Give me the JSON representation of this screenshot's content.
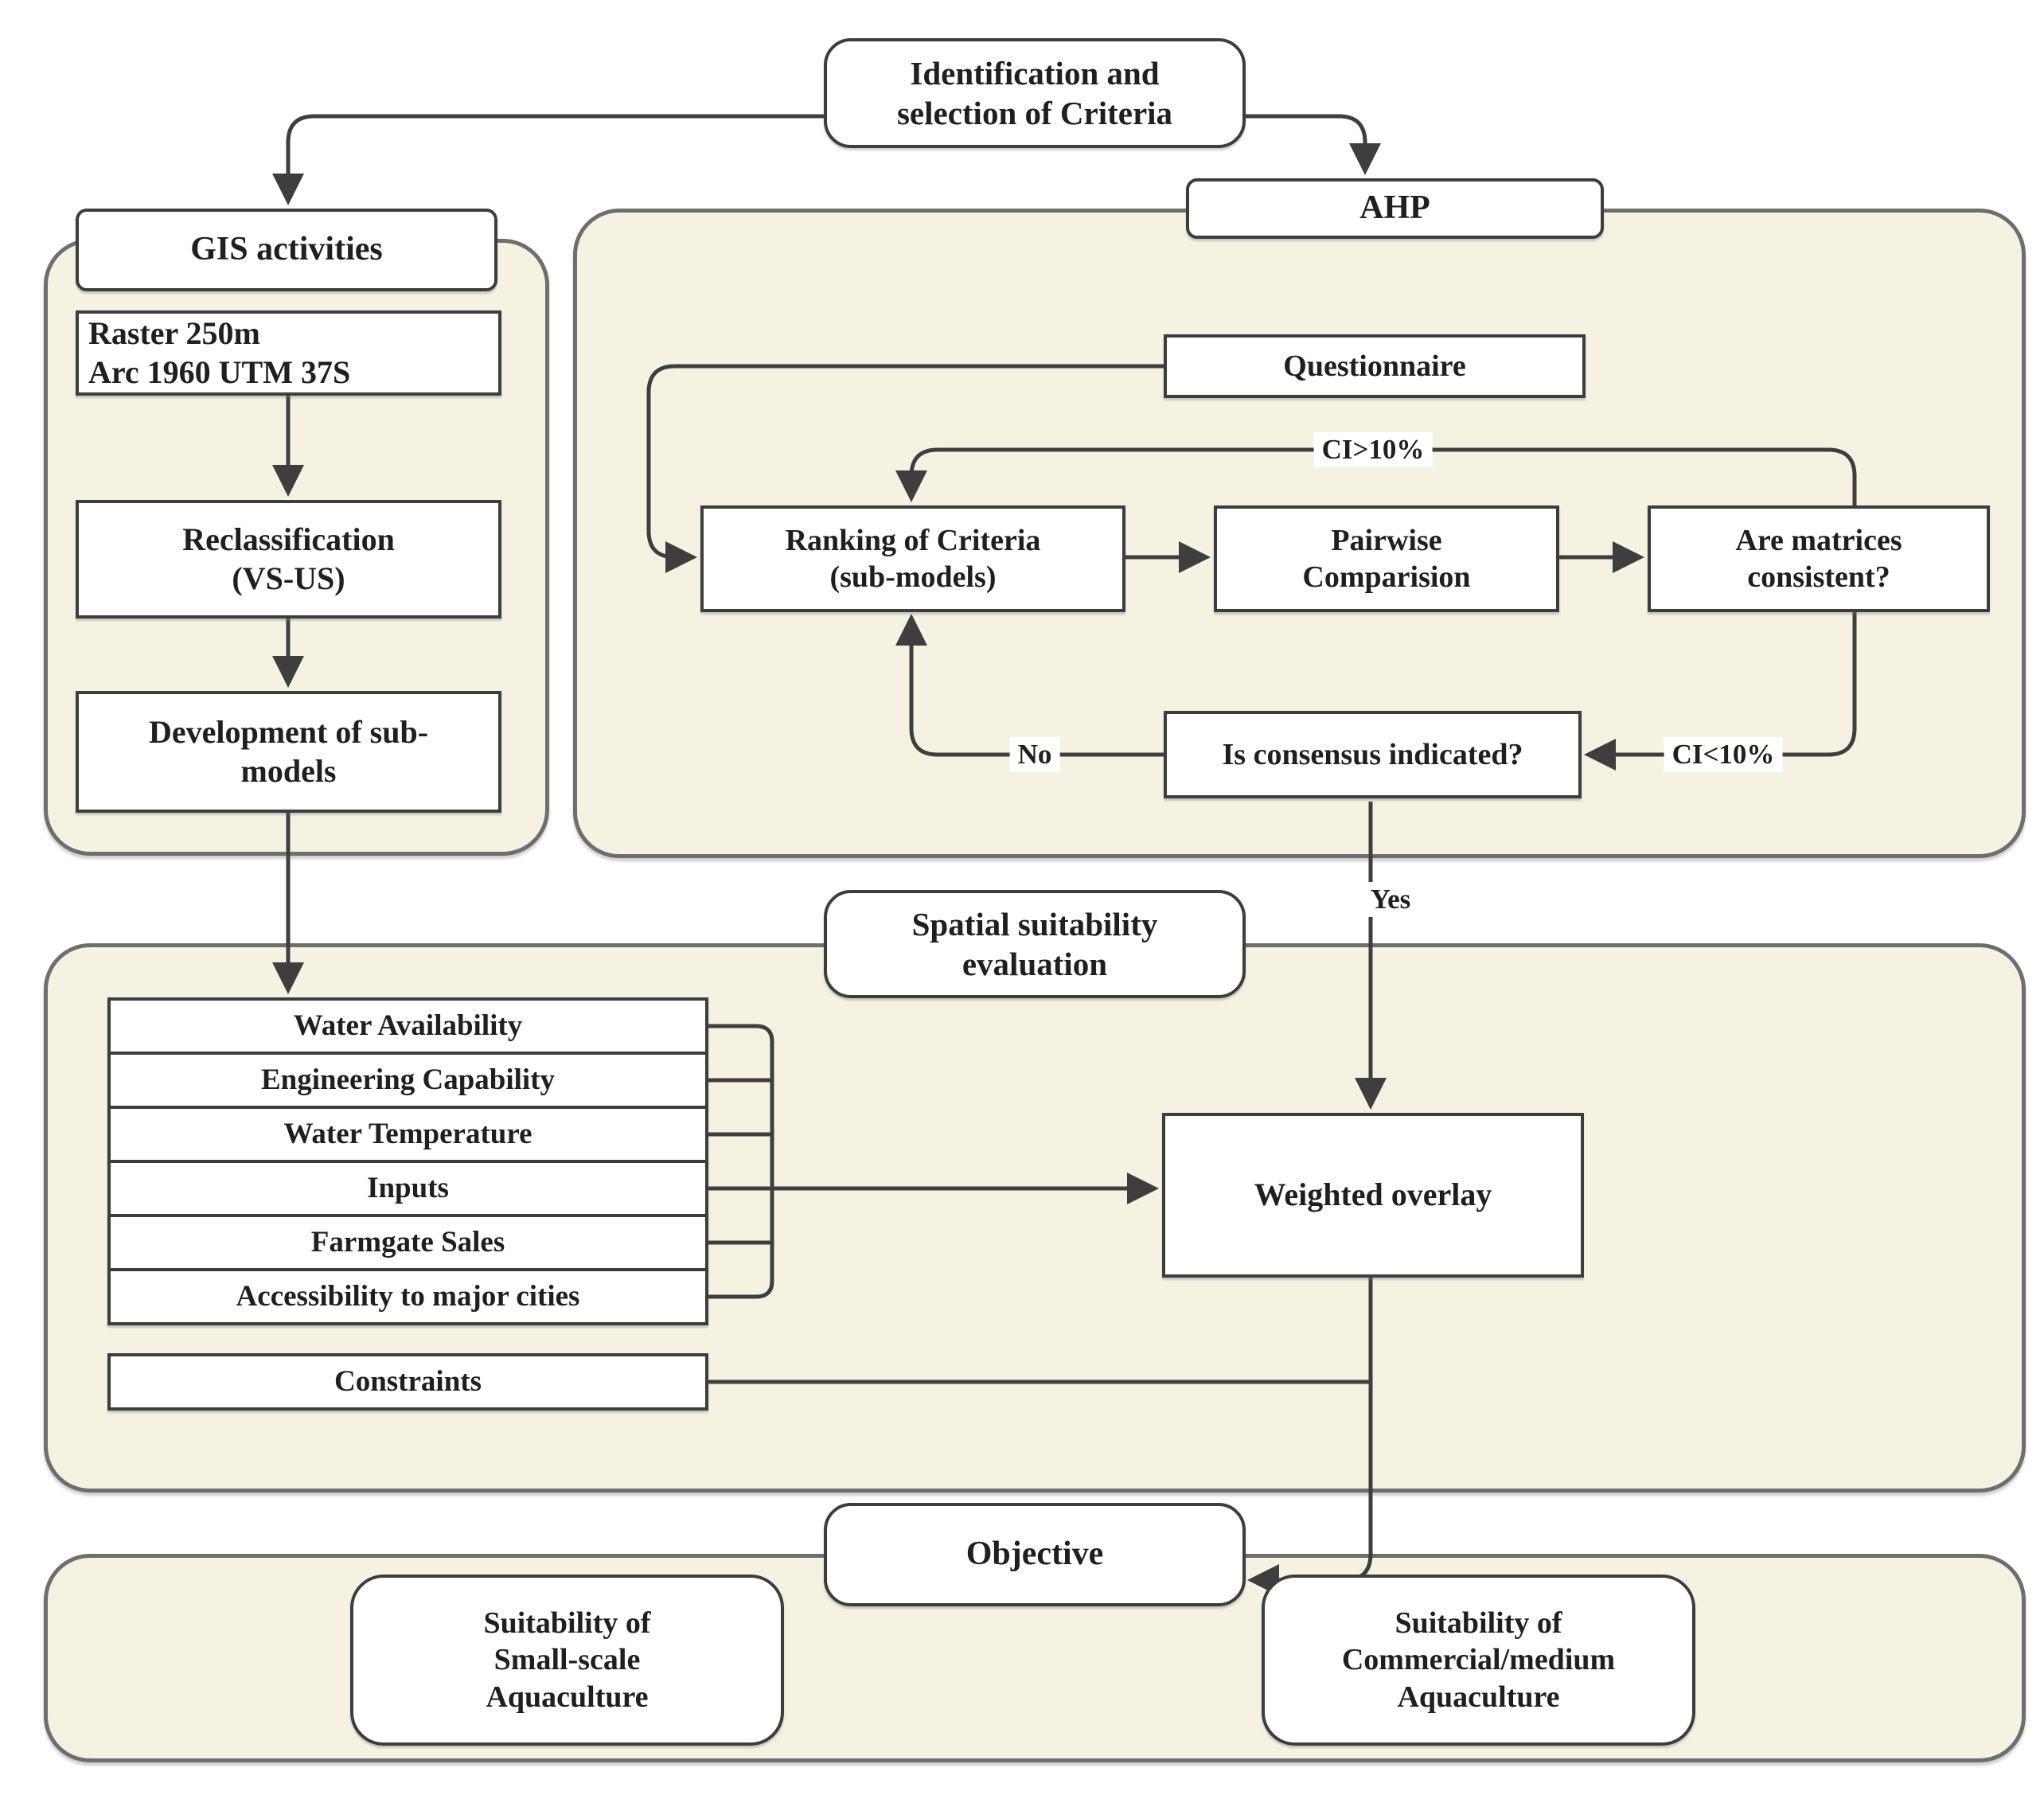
{
  "colors": {
    "container_fill": "#f5f2e2",
    "container_border": "#6e6e6e",
    "box_border": "#3d3d3d",
    "connector": "#3e3e3e",
    "text": "#1f1f1f",
    "background": "#ffffff"
  },
  "nodes": {
    "identification": "Identification and\nselection of Criteria",
    "gis_title": "GIS activities",
    "raster": "Raster 250m\nArc 1960 UTM 37S",
    "reclassification": "Reclassification\n(VS-US)",
    "development": "Development of sub-\nmodels",
    "ahp_title": "AHP",
    "questionnaire": "Questionnaire",
    "ranking": "Ranking of Criteria\n(sub-models)",
    "pairwise": "Pairwise\nComparision",
    "matrices": "Are matrices\nconsistent?",
    "consensus": "Is consensus indicated?",
    "spatial_title": "Spatial suitability\nevaluation",
    "criteria": [
      "Water Availability",
      "Engineering Capability",
      "Water Temperature",
      "Inputs",
      "Farmgate Sales",
      "Accessibility to major cities"
    ],
    "constraints": "Constraints",
    "weighted_overlay": "Weighted overlay",
    "objective": "Objective",
    "small_scale": "Suitability of\nSmall-scale\nAquaculture",
    "commercial": "Suitability of\nCommercial/medium\nAquaculture"
  },
  "edge_labels": {
    "ci_gt": "CI>10%",
    "ci_lt": "CI<10%",
    "no": "No",
    "yes": "Yes"
  }
}
